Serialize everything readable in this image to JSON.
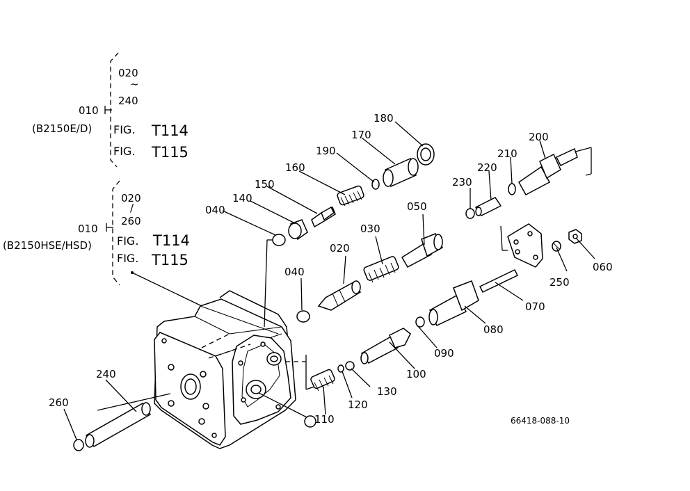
{
  "legend": {
    "group_a": {
      "range_start": "020",
      "range_sep": "~",
      "range_end": "240",
      "assembly": "010",
      "model": "(B2150E/D)",
      "fig_prefix": "FIG.",
      "fig_1": "T114",
      "fig_2": "T115"
    },
    "group_b": {
      "range_start": "020",
      "range_sep": "/",
      "range_end": "260",
      "assembly": "010",
      "model": "(B2150HSE/HSD)",
      "fig_prefix": "FIG.",
      "fig_1": "T114",
      "fig_2": "T115"
    }
  },
  "callouts": {
    "p020": "020",
    "p030": "030",
    "p040a": "040",
    "p040b": "040",
    "p050": "050",
    "p060": "060",
    "p070": "070",
    "p080": "080",
    "p090": "090",
    "p100": "100",
    "p110": "110",
    "p120": "120",
    "p130": "130",
    "p140": "140",
    "p150": "150",
    "p160": "160",
    "p170": "170",
    "p180": "180",
    "p190": "190",
    "p200": "200",
    "p210": "210",
    "p220": "220",
    "p230": "230",
    "p240": "240",
    "p250": "250",
    "p260": "260"
  },
  "drawing_code": "66418-088-10"
}
